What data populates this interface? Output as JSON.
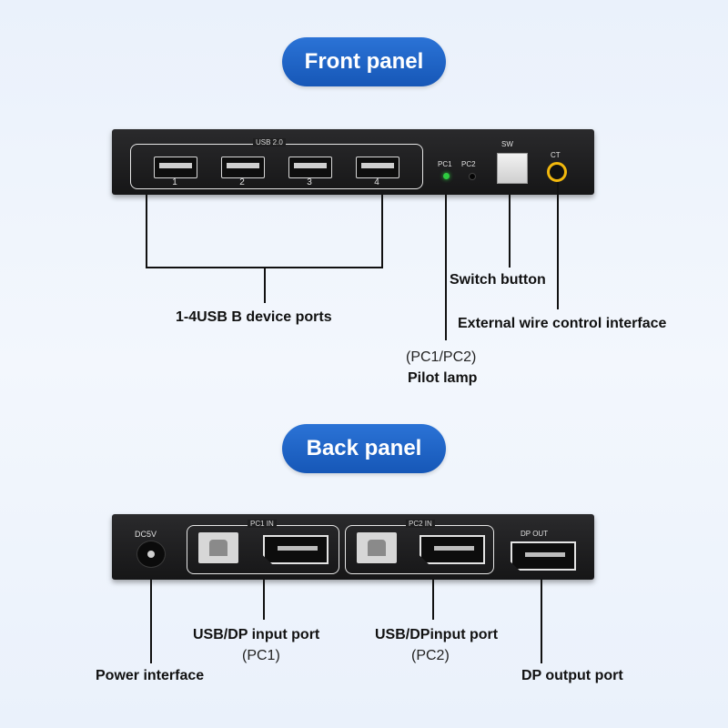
{
  "front": {
    "title": "Front panel",
    "usb_group_label": "USB 2.0",
    "port_numbers": [
      "1",
      "2",
      "3",
      "4"
    ],
    "led_labels": [
      "PC1",
      "PC2"
    ],
    "switch_label": "SW",
    "ct_label": "CT",
    "callouts": {
      "usb_ports": "1-4USB B device ports",
      "switch_button": "Switch button",
      "external_wire": "External wire control interface",
      "pilot_lamp_sub": "(PC1/PC2)",
      "pilot_lamp": "Pilot lamp"
    }
  },
  "back": {
    "title": "Back panel",
    "dc_label": "DC5V",
    "pc1_group_label": "PC1 IN",
    "pc2_group_label": "PC2 IN",
    "dp_out_label": "DP OUT",
    "callouts": {
      "pc1_port": "USB/DP input port",
      "pc1_sub": "(PC1)",
      "pc2_port": "USB/DPinput port",
      "pc2_sub": "(PC2)",
      "power": "Power interface",
      "dp_output": "DP output port"
    }
  },
  "colors": {
    "pill": "#1a5fc0",
    "led_on": "#2ecc40",
    "ct_port": "#f2b80d"
  }
}
